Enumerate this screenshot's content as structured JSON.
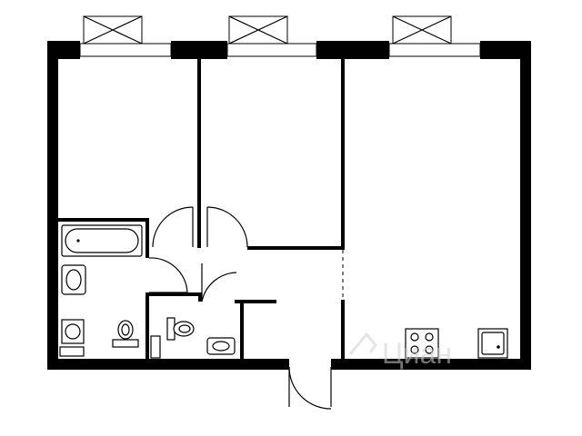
{
  "watermark": {
    "text": "Циан",
    "color": "#cfcfcf"
  },
  "colors": {
    "wall": "#000000",
    "background": "#ffffff"
  },
  "rooms": [
    "bedroom-left",
    "bedroom-middle",
    "living-kitchen",
    "bathroom",
    "toilet",
    "hallway"
  ],
  "fixtures": [
    "bathtub-icon",
    "washbasin-icon",
    "washing-machine-icon",
    "toilet-icon",
    "stove-icon",
    "kitchen-sink-icon"
  ]
}
